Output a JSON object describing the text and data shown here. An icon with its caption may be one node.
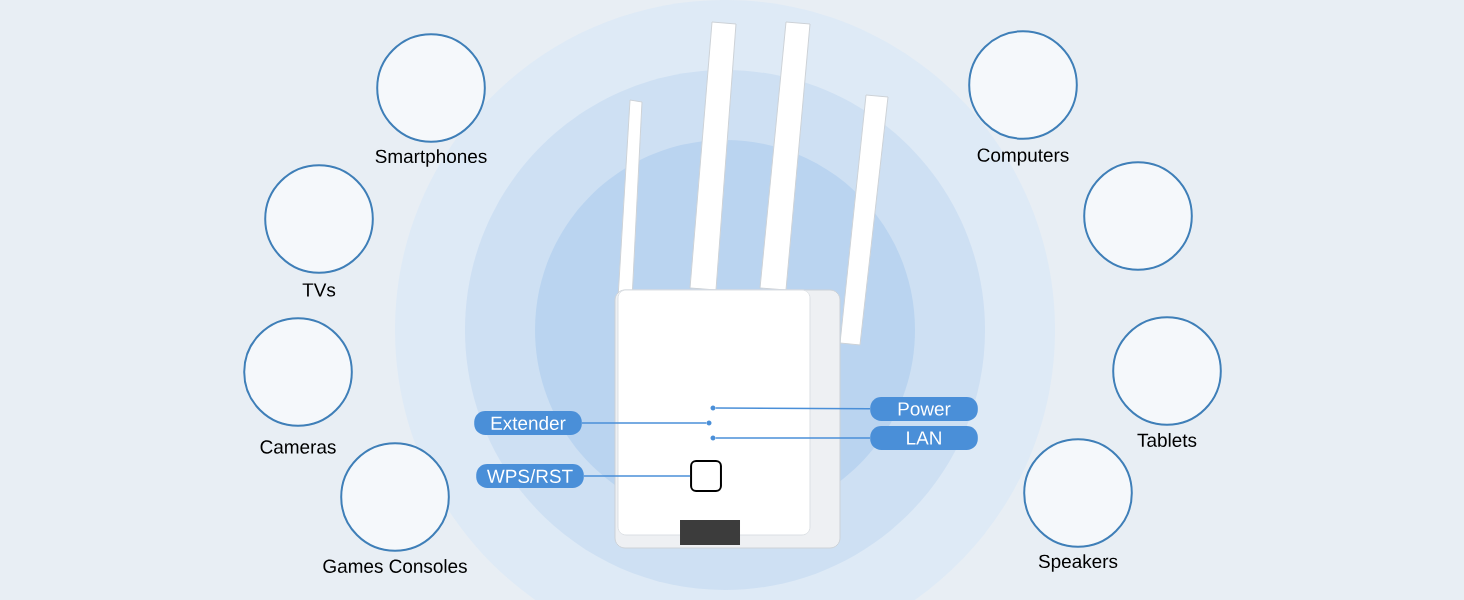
{
  "diagram": {
    "nodes": [
      {
        "text": [
          "Smartphones"
        ]
      },
      {
        "text": [
          "TVs"
        ]
      },
      {
        "text": [
          "Cameras"
        ]
      },
      {
        "text": [
          "Games Consoles"
        ]
      },
      {
        "text": [
          "Computers"
        ]
      },
      {
        "text": [],
        "shape": "circle"
      },
      {
        "text": [
          "Tablets"
        ]
      },
      {
        "text": [
          "Speakers"
        ]
      },
      {
        "text": [
          "Extender"
        ]
      },
      {
        "text": [
          "WPS/RST"
        ]
      },
      {
        "text": [
          "Power"
        ]
      },
      {
        "text": [
          "LAN"
        ]
      },
      {
        "text": [],
        "shape": "circle"
      },
      {
        "text": [],
        "shape": "circle"
      },
      {
        "text": [],
        "shape": "circle"
      },
      {
        "text": [],
        "shape": "box"
      }
    ],
    "edges": [
      {
        "from": 8,
        "to": 13,
        "arrow": "none"
      },
      {
        "from": 9,
        "to": 15,
        "arrow": "none"
      },
      {
        "from": 10,
        "to": 12,
        "arrow": "none"
      },
      {
        "from": 11,
        "to": 14,
        "arrow": "none"
      }
    ]
  }
}
